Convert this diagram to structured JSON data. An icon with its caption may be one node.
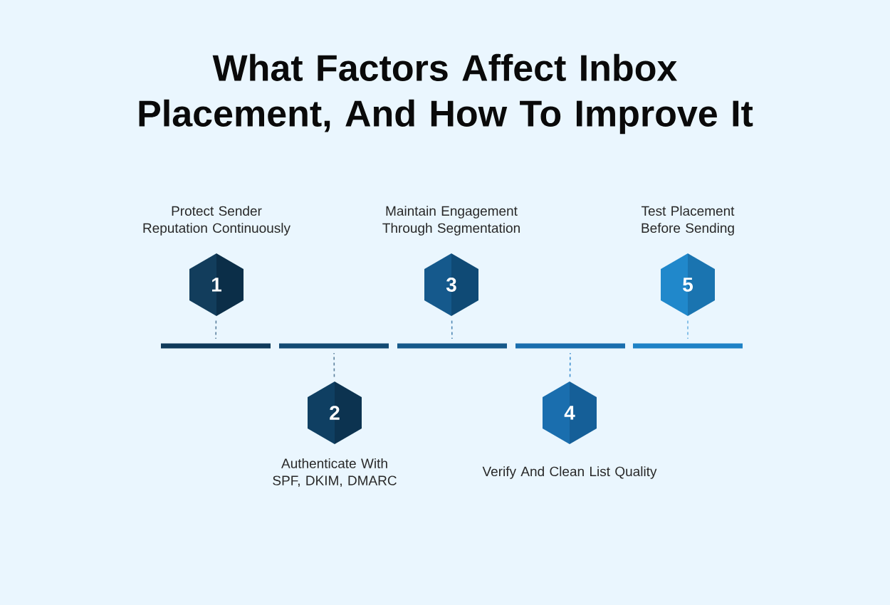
{
  "diagram": {
    "title": "What Factors Affect Inbox Placement, And How To Improve It",
    "nodes": [
      {
        "text": [
          "1"
        ],
        "beside": [
          "Protect Sender Reputation Continuously"
        ]
      },
      {
        "text": [
          "2"
        ],
        "beside": [
          "Authenticate With SPF, DKIM, DMARC"
        ]
      },
      {
        "text": [
          "3"
        ],
        "beside": [
          "Maintain Engagement Through Segmentation"
        ]
      },
      {
        "text": [
          "4"
        ],
        "beside": [
          "Verify And Clean List Quality"
        ]
      },
      {
        "text": [
          "5"
        ],
        "beside": [
          "Test Placement Before Sending"
        ]
      },
      {
        "text": [],
        "shape": "bar"
      },
      {
        "text": [],
        "shape": "bar"
      },
      {
        "text": [],
        "shape": "bar"
      },
      {
        "text": [],
        "shape": "bar"
      },
      {
        "text": [],
        "shape": "bar"
      }
    ],
    "edges": [
      {
        "from": 0,
        "to": 5,
        "arrow": "none",
        "style": "dashed",
        "color": "#5a7f9c"
      },
      {
        "from": 1,
        "to": 6,
        "arrow": "none",
        "style": "dashed",
        "color": "#5a7f9c"
      },
      {
        "from": 2,
        "to": 7,
        "arrow": "none",
        "style": "dashed",
        "color": "#4d86b3"
      },
      {
        "from": 3,
        "to": 8,
        "arrow": "none",
        "style": "dashed",
        "color": "#3f8fcf"
      },
      {
        "from": 4,
        "to": 9,
        "arrow": "none",
        "style": "dashed",
        "color": "#6fb3e3"
      }
    ]
  }
}
